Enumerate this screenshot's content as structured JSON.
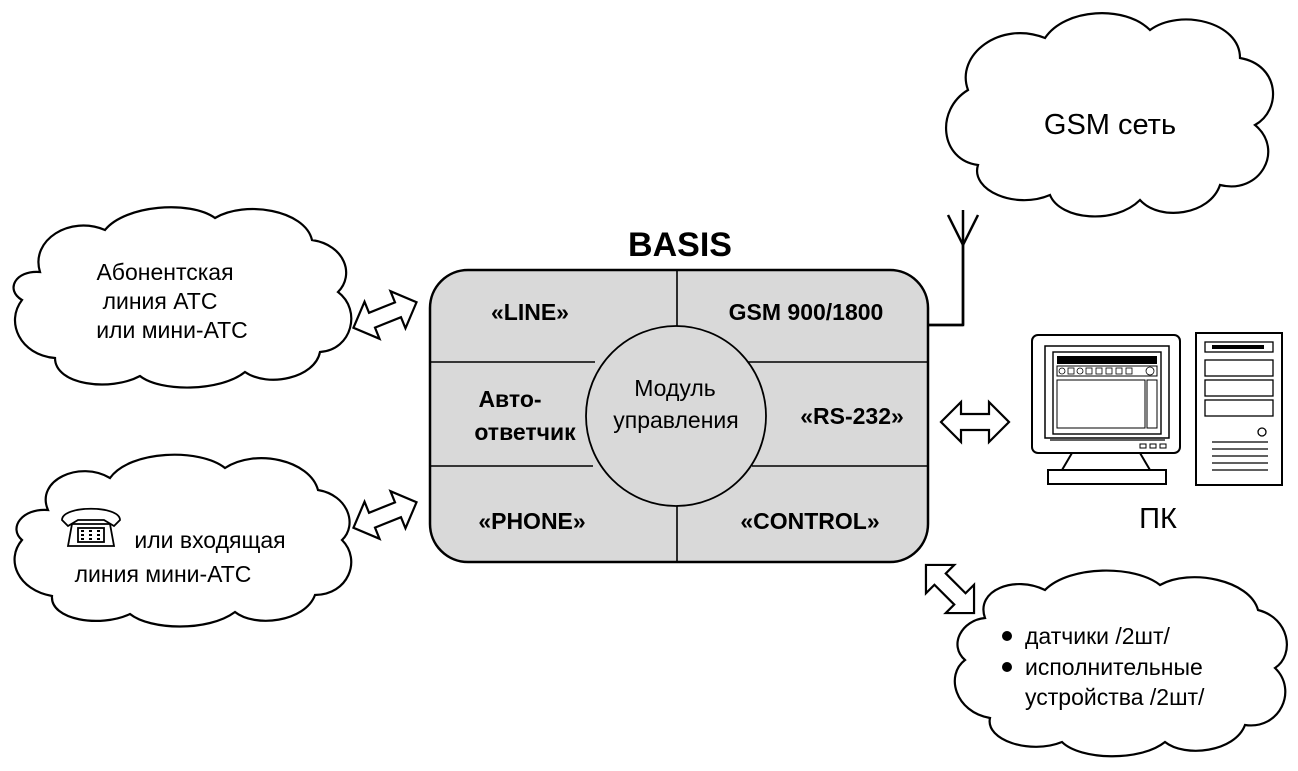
{
  "device": {
    "title": "BASIS",
    "sections": {
      "line": "«LINE»",
      "gsm": "GSM 900/1800",
      "autoanswer_line1": "Авто-",
      "autoanswer_line2": "ответчик",
      "rs232": "«RS-232»",
      "phone": "«PHONE»",
      "control": "«CONTROL»"
    },
    "control_module": {
      "line1": "Модуль",
      "line2": "управления"
    }
  },
  "clouds": {
    "gsm_network": "GSM сеть",
    "subscriber_line": [
      "Абонентская",
      "линия АТС",
      "или мини-АТС"
    ],
    "phone_line": [
      "или входящая",
      "линия мини-АТС"
    ],
    "io_devices": [
      "датчики /2шт/",
      "исполнительные",
      "устройства /2шт/"
    ]
  },
  "pc": {
    "label": "ПК"
  },
  "colors": {
    "device_fill": "#d9d9d9",
    "stroke": "#000000",
    "background": "#ffffff"
  },
  "icons": [
    "antenna-icon",
    "telephone-icon",
    "pc-icon",
    "double-arrow-icon"
  ]
}
